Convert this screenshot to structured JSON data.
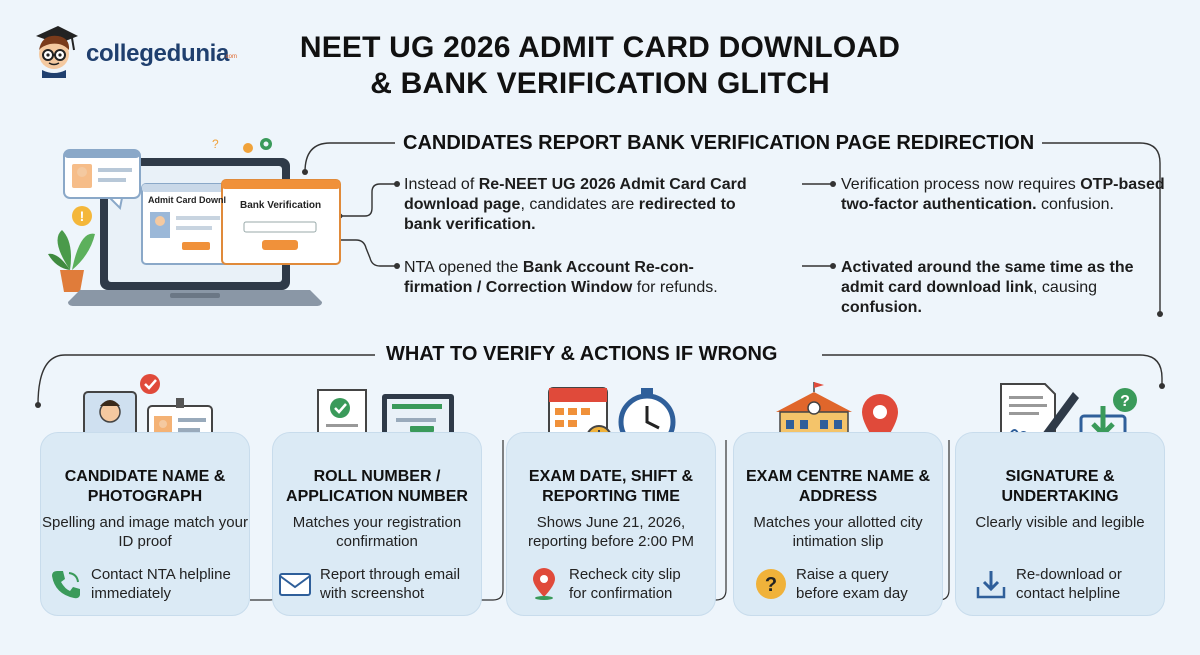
{
  "brand": {
    "name": "collegedunia",
    "suffix": ".com"
  },
  "title": {
    "line1": "NEET UG 2026 ADMIT CARD DOWNLOAD",
    "line2": "& BANK VERIFICATION GLITCH"
  },
  "illustration": {
    "admit_card_label": "Admit Card Downl",
    "bank_label": "Bank Verification"
  },
  "section1": {
    "heading": "CANDIDATES REPORT BANK VERIFICATION PAGE REDIRECTION",
    "points": [
      {
        "pre": "Instead of ",
        "bold": "Re-NEET UG 2026 Admit Card Card download page",
        "post": ", candidates are ",
        "bold2": "redirected to bank verification."
      },
      {
        "pre": "NTA opened the ",
        "bold": "Bank Account Re-con-firmation / Correction Window",
        "post": " for refunds."
      },
      {
        "pre": "Verification process now requires ",
        "bold": "OTP-based two-factor authentication.",
        "post": " confusion."
      },
      {
        "bold": "Activated around the same time as the admit card download link",
        "post": ", causing ",
        "bold2": "confusion."
      }
    ]
  },
  "section2": {
    "heading": "WHAT TO VERIFY & ACTIONS IF WRONG",
    "cards": [
      {
        "title": "CANDIDATE NAME & PHOTOGRAPH",
        "desc": "Spelling and image match your ID proof",
        "action": "Contact NTA helpline immediately",
        "icon": "phone-icon"
      },
      {
        "title": "ROLL NUMBER / APPLICATION NUMBER",
        "desc": "Matches your registration confirmation",
        "action": "Report through email with screenshot",
        "icon": "envelope-icon"
      },
      {
        "title": "EXAM DATE, SHIFT & REPORTING TIME",
        "desc": "Shows June 21, 2026, reporting before 2:00 PM",
        "action": "Recheck city slip for confirmation",
        "icon": "map-pin-icon"
      },
      {
        "title": "EXAM CENTRE NAME & ADDRESS",
        "desc": "Matches your allotted city intimation slip",
        "action": "Raise a query before exam day",
        "icon": "question-icon"
      },
      {
        "title": "SIGNATURE & UNDERTAKING",
        "desc": "Clearly visible and legible",
        "action": "Re-download or contact helpline",
        "icon": "download-icon"
      }
    ]
  },
  "colors": {
    "background": "#eef5fb",
    "card": "#dbeaf5",
    "accent_orange": "#f0913a",
    "navy": "#1f3f6e"
  }
}
